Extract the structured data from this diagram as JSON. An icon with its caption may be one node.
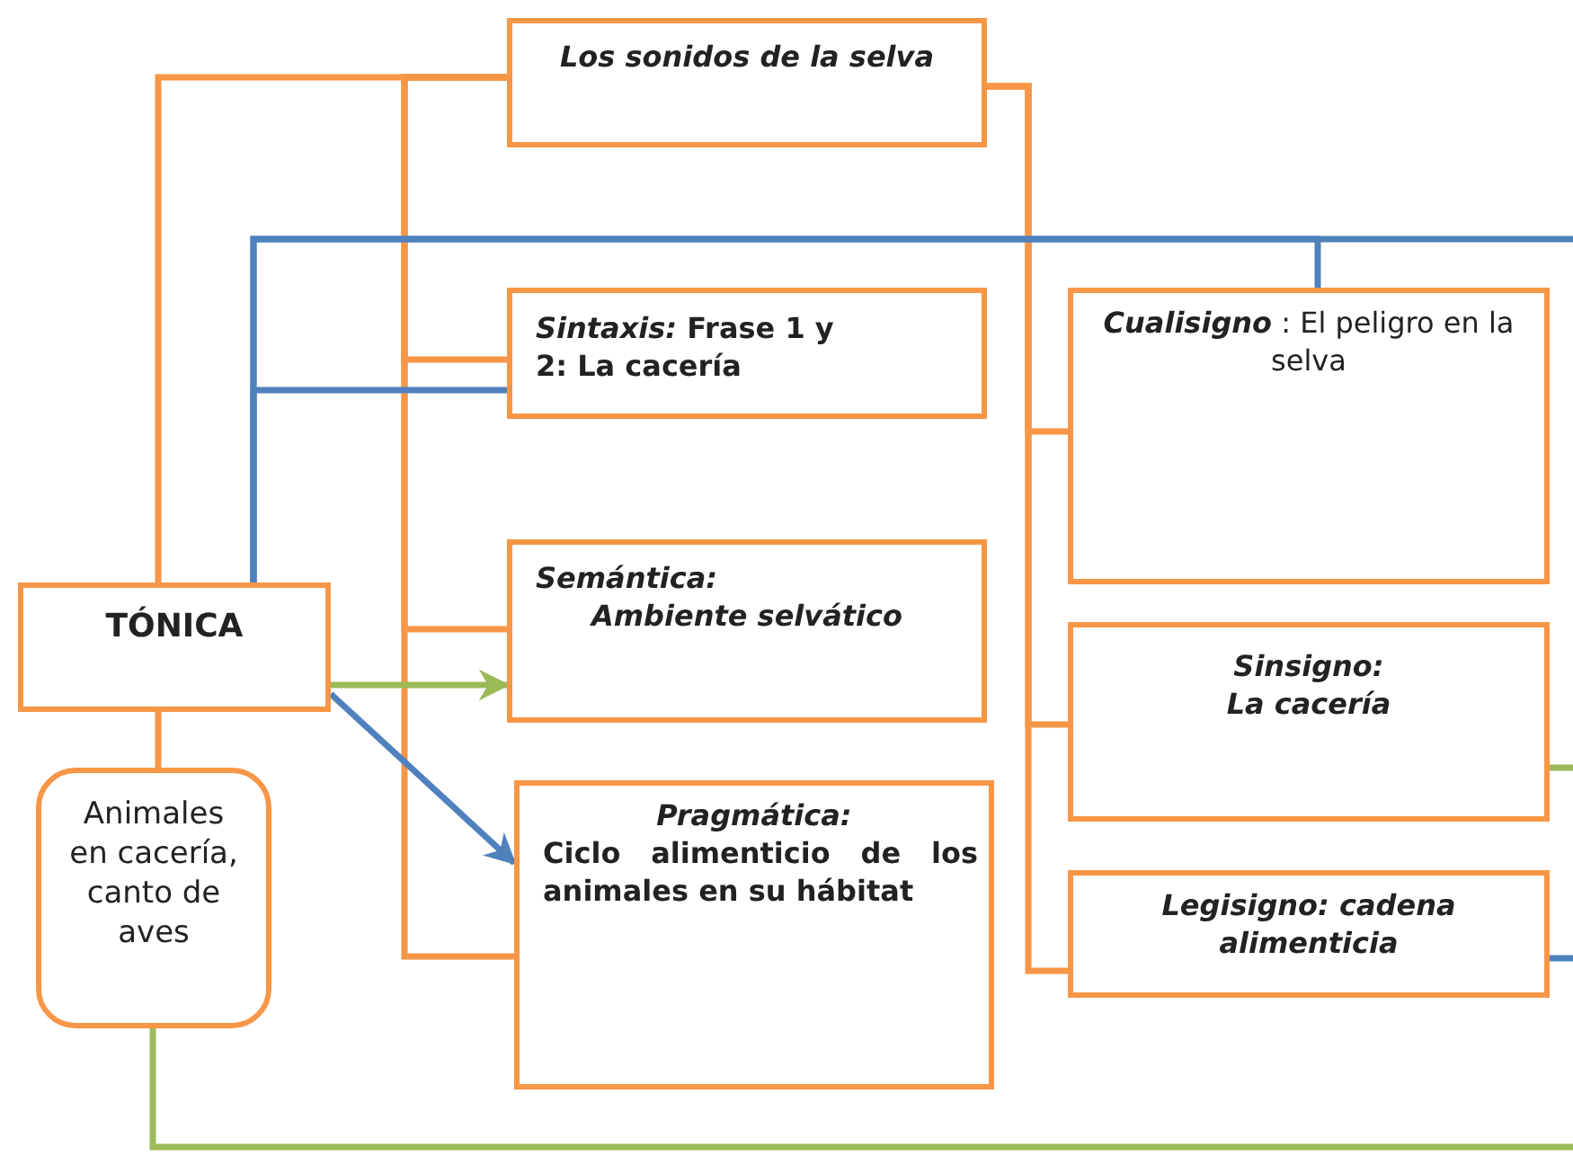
{
  "diagram": {
    "nodes": [
      {
        "text": [
          "Los sonidos de la selva"
        ]
      },
      {
        "text": [
          "*Sintaxis:*  Frase 1 y 2: La cacería"
        ]
      },
      {
        "text": [
          "**Cualisigno** : El peligro en la selva"
        ]
      },
      {
        "text": [
          "TÓNICA"
        ]
      },
      {
        "text": [
          "Semántica:",
          "Ambiente selvático"
        ]
      },
      {
        "text": [
          "Sinsigno:",
          "La cacería"
        ]
      },
      {
        "text": [
          "Animales en cacería, canto de aves"
        ]
      },
      {
        "text": [
          "Pragmática:",
          "Ciclo alimenticio de los animales en su hábitat"
        ]
      },
      {
        "text": [
          "Legisigno: cadena alimenticia"
        ]
      }
    ],
    "edges": [
      {
        "from": 3,
        "to": 0,
        "arrow": "none"
      },
      {
        "from": 0,
        "to": 1,
        "arrow": "none"
      },
      {
        "from": 0,
        "to": 4,
        "arrow": "none"
      },
      {
        "from": 0,
        "to": 7,
        "arrow": "none"
      },
      {
        "from": 0,
        "to": 2,
        "arrow": "none"
      },
      {
        "from": 0,
        "to": 5,
        "arrow": "none"
      },
      {
        "from": 0,
        "to": 8,
        "arrow": "none"
      },
      {
        "from": 3,
        "to": 1,
        "arrow": "none",
        "color": "#4f81bd"
      },
      {
        "from": 3,
        "to": 2,
        "arrow": "none",
        "color": "#4f81bd"
      },
      {
        "from": 3,
        "to": null,
        "arrow": "none",
        "color": "#4f81bd"
      },
      {
        "from": 3,
        "to": 4,
        "arrow": "to",
        "color": "#9bbb59"
      },
      {
        "from": 3,
        "to": 7,
        "arrow": "to",
        "color": "#4f81bd"
      },
      {
        "from": 3,
        "to": 6,
        "arrow": "none"
      },
      {
        "from": 6,
        "to": null,
        "arrow": "none",
        "color": "#9bbb59"
      },
      {
        "from": 5,
        "to": null,
        "arrow": "none",
        "color": "#9bbb59"
      },
      {
        "from": 8,
        "to": null,
        "arrow": "none",
        "color": "#4f81bd"
      }
    ]
  }
}
